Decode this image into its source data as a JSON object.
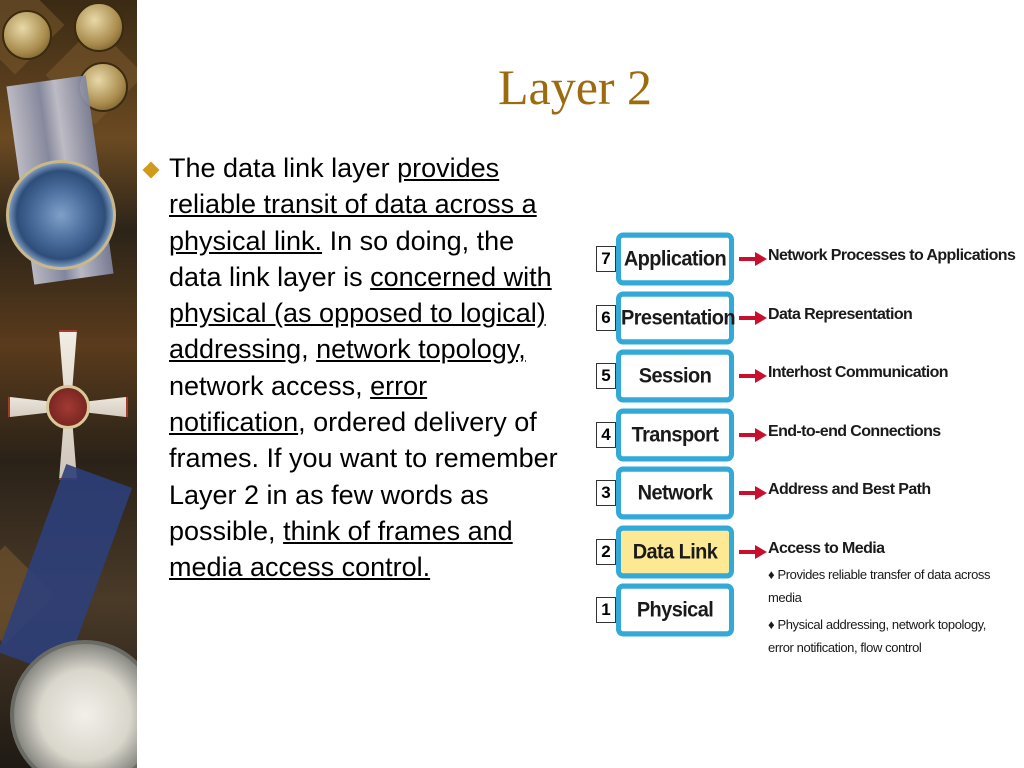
{
  "slide": {
    "title": "Layer 2",
    "body": {
      "segments": [
        {
          "text": "The data link layer ",
          "underline": false
        },
        {
          "text": "provides reliable transit of data across a physical link.",
          "underline": true
        },
        {
          "text": " In so doing, the data link layer is ",
          "underline": false
        },
        {
          "text": "concerned with physical (as opposed to logical) addressing",
          "underline": true
        },
        {
          "text": ", ",
          "underline": false
        },
        {
          "text": "network topology,",
          "underline": true
        },
        {
          "text": " network access, ",
          "underline": false
        },
        {
          "text": "error notification",
          "underline": true
        },
        {
          "text": ", ordered delivery of frames. If you want to remember Layer 2 in as few words as possible, ",
          "underline": false
        },
        {
          "text": "think of frames and media access control.",
          "underline": true
        }
      ]
    }
  },
  "osi_diagram": {
    "accent_color": "#33a9d8",
    "highlight_color": "#fde894",
    "arrow_color": "#c8102e",
    "layers": [
      {
        "number": "7",
        "name": "Application",
        "description": "Network Processes to Applications",
        "highlighted": false
      },
      {
        "number": "6",
        "name": "Presentation",
        "description": "Data Representation",
        "highlighted": false
      },
      {
        "number": "5",
        "name": "Session",
        "description": "Interhost Communication",
        "highlighted": false
      },
      {
        "number": "4",
        "name": "Transport",
        "description": "End-to-end Connections",
        "highlighted": false
      },
      {
        "number": "3",
        "name": "Network",
        "description": "Address and Best Path",
        "highlighted": false
      },
      {
        "number": "2",
        "name": "Data Link",
        "description": "Access to Media",
        "highlighted": true
      },
      {
        "number": "1",
        "name": "Physical",
        "description": "",
        "highlighted": false
      }
    ],
    "data_link_details": [
      "♦ Provides reliable transfer of data across media",
      "♦ Physical addressing, network topology, error notification, flow control"
    ]
  }
}
